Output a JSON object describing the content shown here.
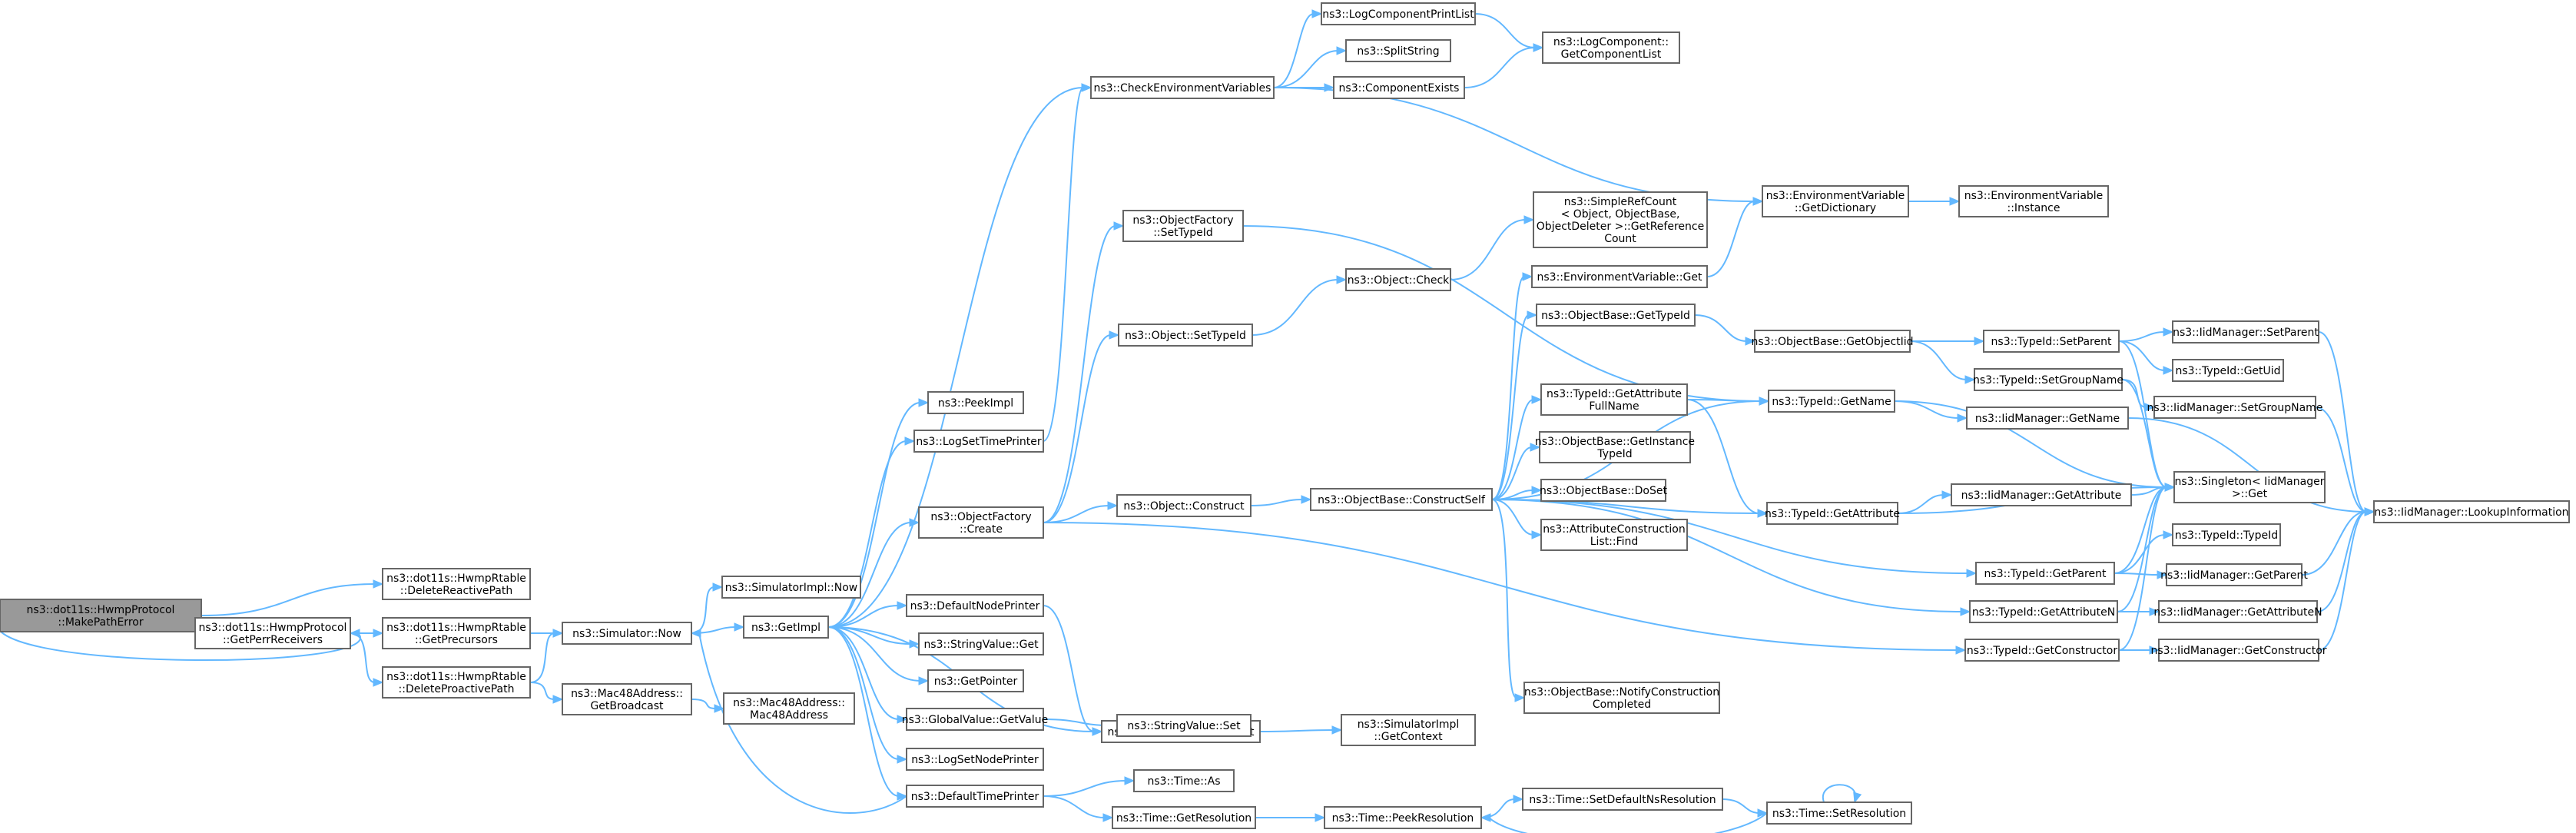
{
  "diagram": {
    "colors": {
      "edge": "#63b8ff",
      "node_border": "#666666",
      "node_fill": "#ffffff",
      "root_fill": "#999999",
      "text": "#000000"
    },
    "nodes": [
      {
        "id": "n0",
        "lines": [
          "ns3::dot11s::HwmpProtocol",
          "::MakePathError"
        ],
        "root": true
      },
      {
        "id": "n1",
        "lines": [
          "ns3::dot11s::HwmpRtable",
          "::DeleteReactivePath"
        ]
      },
      {
        "id": "n2",
        "lines": [
          "ns3::dot11s::HwmpProtocol",
          "::GetPerrReceivers"
        ]
      },
      {
        "id": "n3",
        "lines": [
          "ns3::dot11s::HwmpRtable",
          "::GetPrecursors"
        ]
      },
      {
        "id": "n4",
        "lines": [
          "ns3::dot11s::HwmpRtable",
          "::DeleteProactivePath"
        ]
      },
      {
        "id": "n5",
        "lines": [
          "ns3::Simulator::Now"
        ]
      },
      {
        "id": "n6",
        "lines": [
          "ns3::Mac48Address::",
          "GetBroadcast"
        ]
      },
      {
        "id": "n7",
        "lines": [
          "ns3::SimulatorImpl::Now"
        ]
      },
      {
        "id": "n8",
        "lines": [
          "ns3::GetImpl"
        ]
      },
      {
        "id": "n9",
        "lines": [
          "ns3::Mac48Address::",
          "Mac48Address"
        ]
      },
      {
        "id": "n10",
        "lines": [
          "ns3::PeekImpl"
        ]
      },
      {
        "id": "n11",
        "lines": [
          "ns3::LogSetTimePrinter"
        ]
      },
      {
        "id": "n12",
        "lines": [
          "ns3::ObjectFactory",
          "::Create"
        ]
      },
      {
        "id": "n13",
        "lines": [
          "ns3::DefaultNodePrinter"
        ]
      },
      {
        "id": "n14",
        "lines": [
          "ns3::StringValue::Get"
        ]
      },
      {
        "id": "n15",
        "lines": [
          "ns3::GetPointer"
        ]
      },
      {
        "id": "n16",
        "lines": [
          "ns3::GlobalValue::GetValue"
        ]
      },
      {
        "id": "n17",
        "lines": [
          "ns3::LogSetNodePrinter"
        ]
      },
      {
        "id": "n18",
        "lines": [
          "ns3::DefaultTimePrinter"
        ]
      },
      {
        "id": "n19",
        "lines": [
          "ns3::CheckEnvironmentVariables"
        ]
      },
      {
        "id": "n20",
        "lines": [
          "ns3::ObjectFactory",
          "::SetTypeId"
        ]
      },
      {
        "id": "n21",
        "lines": [
          "ns3::Object::SetTypeId"
        ]
      },
      {
        "id": "n22",
        "lines": [
          "ns3::Object::Construct"
        ]
      },
      {
        "id": "n23",
        "lines": [
          "ns3::Simulator::GetContext"
        ]
      },
      {
        "id": "n24",
        "lines": [
          "ns3::StringValue::Set"
        ]
      },
      {
        "id": "n25",
        "lines": [
          "ns3::Time::As"
        ]
      },
      {
        "id": "n26",
        "lines": [
          "ns3::Time::GetResolution"
        ]
      },
      {
        "id": "n27",
        "lines": [
          "ns3::LogComponentPrintList"
        ]
      },
      {
        "id": "n28",
        "lines": [
          "ns3::SplitString"
        ]
      },
      {
        "id": "n29",
        "lines": [
          "ns3::ComponentExists"
        ]
      },
      {
        "id": "n30",
        "lines": [
          "ns3::Object::Check"
        ]
      },
      {
        "id": "n31",
        "lines": [
          "ns3::ObjectBase::ConstructSelf"
        ]
      },
      {
        "id": "n32",
        "lines": [
          "ns3::SimulatorImpl",
          "::GetContext"
        ]
      },
      {
        "id": "n33",
        "lines": [
          "ns3::Time::PeekResolution"
        ]
      },
      {
        "id": "n34",
        "lines": [
          "ns3::LogComponent::",
          "GetComponentList"
        ]
      },
      {
        "id": "n35",
        "lines": [
          "ns3::SimpleRefCount",
          "< Object, ObjectBase,",
          "ObjectDeleter >::GetReference",
          "Count"
        ]
      },
      {
        "id": "n36",
        "lines": [
          "ns3::EnvironmentVariable::Get"
        ]
      },
      {
        "id": "n37",
        "lines": [
          "ns3::ObjectBase::GetTypeId"
        ]
      },
      {
        "id": "n38",
        "lines": [
          "ns3::TypeId::GetAttribute",
          "FullName"
        ]
      },
      {
        "id": "n39",
        "lines": [
          "ns3::ObjectBase::GetInstance",
          "TypeId"
        ]
      },
      {
        "id": "n40",
        "lines": [
          "ns3::ObjectBase::DoSet"
        ]
      },
      {
        "id": "n41",
        "lines": [
          "ns3::AttributeConstruction",
          "List::Find"
        ]
      },
      {
        "id": "n42",
        "lines": [
          "ns3::ObjectBase::NotifyConstruction",
          "Completed"
        ]
      },
      {
        "id": "n43",
        "lines": [
          "ns3::Time::SetDefaultNsResolution"
        ]
      },
      {
        "id": "n44",
        "lines": [
          "ns3::EnvironmentVariable",
          "::GetDictionary"
        ]
      },
      {
        "id": "n45",
        "lines": [
          "ns3::ObjectBase::GetObjectIid"
        ]
      },
      {
        "id": "n46",
        "lines": [
          "ns3::TypeId::GetName"
        ]
      },
      {
        "id": "n47",
        "lines": [
          "ns3::TypeId::GetAttribute"
        ]
      },
      {
        "id": "n48",
        "lines": [
          "ns3::TypeId::GetParent"
        ]
      },
      {
        "id": "n49",
        "lines": [
          "ns3::TypeId::GetAttributeN"
        ]
      },
      {
        "id": "n50",
        "lines": [
          "ns3::TypeId::GetConstructor"
        ]
      },
      {
        "id": "n51",
        "lines": [
          "ns3::Time::SetResolution"
        ]
      },
      {
        "id": "n52",
        "lines": [
          "ns3::EnvironmentVariable",
          "::Instance"
        ]
      },
      {
        "id": "n53",
        "lines": [
          "ns3::TypeId::SetParent"
        ]
      },
      {
        "id": "n54",
        "lines": [
          "ns3::TypeId::SetGroupName"
        ]
      },
      {
        "id": "n55",
        "lines": [
          "ns3::IidManager::GetName"
        ]
      },
      {
        "id": "n56",
        "lines": [
          "ns3::IidManager::GetAttribute"
        ]
      },
      {
        "id": "n57",
        "lines": [
          "ns3::IidManager::SetParent"
        ]
      },
      {
        "id": "n58",
        "lines": [
          "ns3::TypeId::GetUid"
        ]
      },
      {
        "id": "n59",
        "lines": [
          "ns3::IidManager::SetGroupName"
        ]
      },
      {
        "id": "n60",
        "lines": [
          "ns3::Singleton< IidManager",
          ">::Get"
        ]
      },
      {
        "id": "n61",
        "lines": [
          "ns3::TypeId::TypeId"
        ]
      },
      {
        "id": "n62",
        "lines": [
          "ns3::IidManager::GetParent"
        ]
      },
      {
        "id": "n63",
        "lines": [
          "ns3::IidManager::GetAttributeN"
        ]
      },
      {
        "id": "n64",
        "lines": [
          "ns3::IidManager::GetConstructor"
        ]
      },
      {
        "id": "n65",
        "lines": [
          "ns3::IidManager::LookupInformation"
        ]
      }
    ],
    "edges": [
      [
        "n0",
        "n1"
      ],
      [
        "n0",
        "n2"
      ],
      [
        "n2",
        "n3"
      ],
      [
        "n2",
        "n4"
      ],
      [
        "n2",
        "n5"
      ],
      [
        "n4",
        "n5"
      ],
      [
        "n4",
        "n6"
      ],
      [
        "n5",
        "n7"
      ],
      [
        "n5",
        "n8"
      ],
      [
        "n6",
        "n9"
      ],
      [
        "n8",
        "n10"
      ],
      [
        "n8",
        "n11"
      ],
      [
        "n8",
        "n12"
      ],
      [
        "n8",
        "n13"
      ],
      [
        "n8",
        "n14"
      ],
      [
        "n8",
        "n15"
      ],
      [
        "n8",
        "n16"
      ],
      [
        "n8",
        "n17"
      ],
      [
        "n8",
        "n18"
      ],
      [
        "n8",
        "n19"
      ],
      [
        "n8",
        "n23"
      ],
      [
        "n11",
        "n19"
      ],
      [
        "n12",
        "n20"
      ],
      [
        "n12",
        "n21"
      ],
      [
        "n12",
        "n22"
      ],
      [
        "n12",
        "n50"
      ],
      [
        "n13",
        "n23"
      ],
      [
        "n16",
        "n24"
      ],
      [
        "n18",
        "n5"
      ],
      [
        "n18",
        "n25"
      ],
      [
        "n18",
        "n26"
      ],
      [
        "n19",
        "n27"
      ],
      [
        "n19",
        "n28"
      ],
      [
        "n19",
        "n29"
      ],
      [
        "n19",
        "n44"
      ],
      [
        "n20",
        "n46"
      ],
      [
        "n21",
        "n30"
      ],
      [
        "n22",
        "n31"
      ],
      [
        "n23",
        "n32"
      ],
      [
        "n26",
        "n33"
      ],
      [
        "n27",
        "n34"
      ],
      [
        "n29",
        "n34"
      ],
      [
        "n30",
        "n35"
      ],
      [
        "n31",
        "n36"
      ],
      [
        "n31",
        "n37"
      ],
      [
        "n31",
        "n38"
      ],
      [
        "n31",
        "n39"
      ],
      [
        "n31",
        "n40"
      ],
      [
        "n31",
        "n41"
      ],
      [
        "n31",
        "n42"
      ],
      [
        "n31",
        "n46"
      ],
      [
        "n31",
        "n47"
      ],
      [
        "n31",
        "n48"
      ],
      [
        "n31",
        "n49"
      ],
      [
        "n33",
        "n43"
      ],
      [
        "n36",
        "n44"
      ],
      [
        "n37",
        "n45"
      ],
      [
        "n38",
        "n46"
      ],
      [
        "n38",
        "n47"
      ],
      [
        "n43",
        "n51"
      ],
      [
        "n51",
        "n33"
      ],
      [
        "n51",
        "n51"
      ],
      [
        "n44",
        "n52"
      ],
      [
        "n45",
        "n53"
      ],
      [
        "n45",
        "n54"
      ],
      [
        "n46",
        "n55"
      ],
      [
        "n46",
        "n60"
      ],
      [
        "n47",
        "n56"
      ],
      [
        "n47",
        "n60"
      ],
      [
        "n48",
        "n60"
      ],
      [
        "n48",
        "n61"
      ],
      [
        "n48",
        "n62"
      ],
      [
        "n49",
        "n60"
      ],
      [
        "n49",
        "n63"
      ],
      [
        "n50",
        "n60"
      ],
      [
        "n50",
        "n64"
      ],
      [
        "n53",
        "n57"
      ],
      [
        "n53",
        "n58"
      ],
      [
        "n53",
        "n60"
      ],
      [
        "n54",
        "n59"
      ],
      [
        "n54",
        "n60"
      ],
      [
        "n55",
        "n65"
      ],
      [
        "n56",
        "n60"
      ],
      [
        "n57",
        "n65"
      ],
      [
        "n59",
        "n65"
      ],
      [
        "n62",
        "n65"
      ],
      [
        "n63",
        "n65"
      ],
      [
        "n64",
        "n65"
      ]
    ]
  }
}
